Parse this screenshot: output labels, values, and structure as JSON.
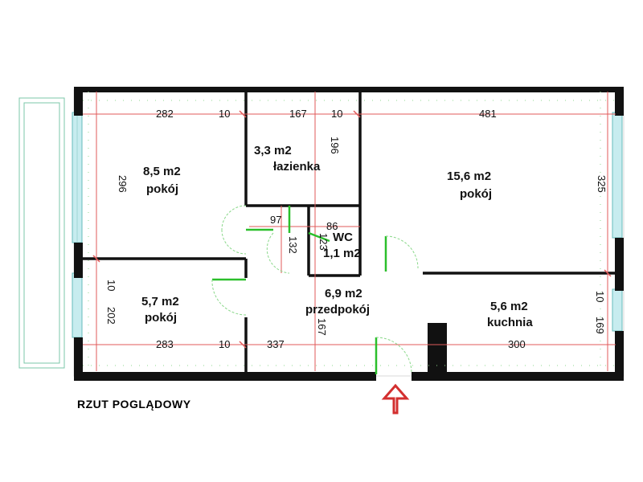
{
  "caption": "RZUT POGLĄDOWY",
  "rooms": {
    "room1": {
      "area": "8,5 m2",
      "name": "pokój"
    },
    "bath": {
      "area": "3,3 m2",
      "name": "łazienka"
    },
    "room2": {
      "area": "15,6 m2",
      "name": "pokój"
    },
    "wc": {
      "name": "WC",
      "area": "1,1 m2"
    },
    "room3": {
      "area": "5,7 m2",
      "name": "pokój"
    },
    "hall": {
      "area": "6,9 m2",
      "name": "przedpokój"
    },
    "kitchen": {
      "area": "5,6 m2",
      "name": "kuchnia"
    }
  },
  "dimensions": {
    "top_282": "282",
    "top_10a": "10",
    "top_167": "167",
    "top_10b": "10",
    "top_481": "481",
    "left_296": "296",
    "left_10": "10",
    "left_202": "202",
    "right_325": "325",
    "right_10": "10",
    "right_169": "169",
    "bath_196": "196",
    "d_97": "97",
    "d_86": "86",
    "d_132": "132",
    "d_123": "123",
    "bot_283": "283",
    "bot_10": "10",
    "bot_337": "337",
    "bot_167": "167",
    "bot_300": "300"
  },
  "entrance_arrow": "entrance-arrow-icon"
}
